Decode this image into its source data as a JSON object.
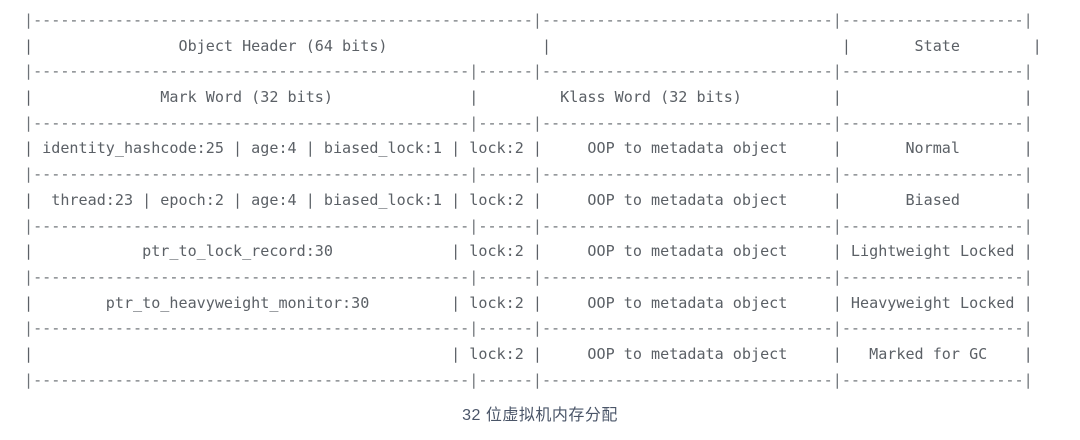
{
  "figure": {
    "caption": "32 位虚拟机内存分配",
    "text_color": "#5b6066",
    "caption_color": "#4a5568",
    "background_color": "#ffffff",
    "columns": [
      {
        "name": "mark_word_region",
        "header": "Object Header (64 bits)",
        "sub_header": "Mark Word (32 bits)",
        "width_chars": 55
      },
      {
        "name": "klass_word_region",
        "header": "",
        "sub_header": "Klass Word (32 bits)",
        "width_chars": 32
      },
      {
        "name": "state_region",
        "header": "State",
        "sub_header": "",
        "width_chars": 21
      }
    ],
    "rows": [
      {
        "mark_word_fields": [
          "identity_hashcode:25",
          "age:4",
          "biased_lock:1",
          "lock:2"
        ],
        "mark_word_text": "identity_hashcode:25 | age:4 | biased_lock:1 | lock:2",
        "klass_word": "OOP to metadata object",
        "state": "Normal"
      },
      {
        "mark_word_fields": [
          "thread:23",
          "epoch:2",
          "age:4",
          "biased_lock:1",
          "lock:2"
        ],
        "mark_word_text": "thread:23 | epoch:2 | age:4 | biased_lock:1 | lock:2",
        "klass_word": "OOP to metadata object",
        "state": "Biased"
      },
      {
        "mark_word_fields": [
          "ptr_to_lock_record:30",
          "lock:2"
        ],
        "mark_word_text": "ptr_to_lock_record:30                | lock:2",
        "klass_word": "OOP to metadata object",
        "state": "Lightweight Locked"
      },
      {
        "mark_word_fields": [
          "ptr_to_heavyweight_monitor:30",
          "lock:2"
        ],
        "mark_word_text": "ptr_to_heavyweight_monitor:30 | lock:2",
        "klass_word": "OOP to metadata object",
        "state": "Heavyweight Locked"
      },
      {
        "mark_word_fields": [
          "",
          "lock:2"
        ],
        "mark_word_text": "| lock:2",
        "klass_word": "OOP to metadata object",
        "state": "Marked for GC"
      }
    ],
    "ascii_lines": [
      "|-------------------------------------------------------|--------------------------------|--------------------|",
      "|                Object Header (64 bits)                 |                                |       State        |",
      "|------------------------------------------------|------|--------------------------------|--------------------|",
      "|              Mark Word (32 bits)               |         Klass Word (32 bits)          |                    |",
      "|------------------------------------------------|------|--------------------------------|--------------------|",
      "| identity_hashcode:25 | age:4 | biased_lock:1 | lock:2 |     OOP to metadata object     |       Normal       |",
      "|------------------------------------------------|------|--------------------------------|--------------------|",
      "|  thread:23 | epoch:2 | age:4 | biased_lock:1 | lock:2 |     OOP to metadata object     |       Biased       |",
      "|------------------------------------------------|------|--------------------------------|--------------------|",
      "|            ptr_to_lock_record:30             | lock:2 |     OOP to metadata object     | Lightweight Locked |",
      "|------------------------------------------------|------|--------------------------------|--------------------|",
      "|        ptr_to_heavyweight_monitor:30         | lock:2 |     OOP to metadata object     | Heavyweight Locked |",
      "|------------------------------------------------|------|--------------------------------|--------------------|",
      "|                                              | lock:2 |     OOP to metadata object     |   Marked for GC    |",
      "|------------------------------------------------|------|--------------------------------|--------------------|"
    ]
  }
}
